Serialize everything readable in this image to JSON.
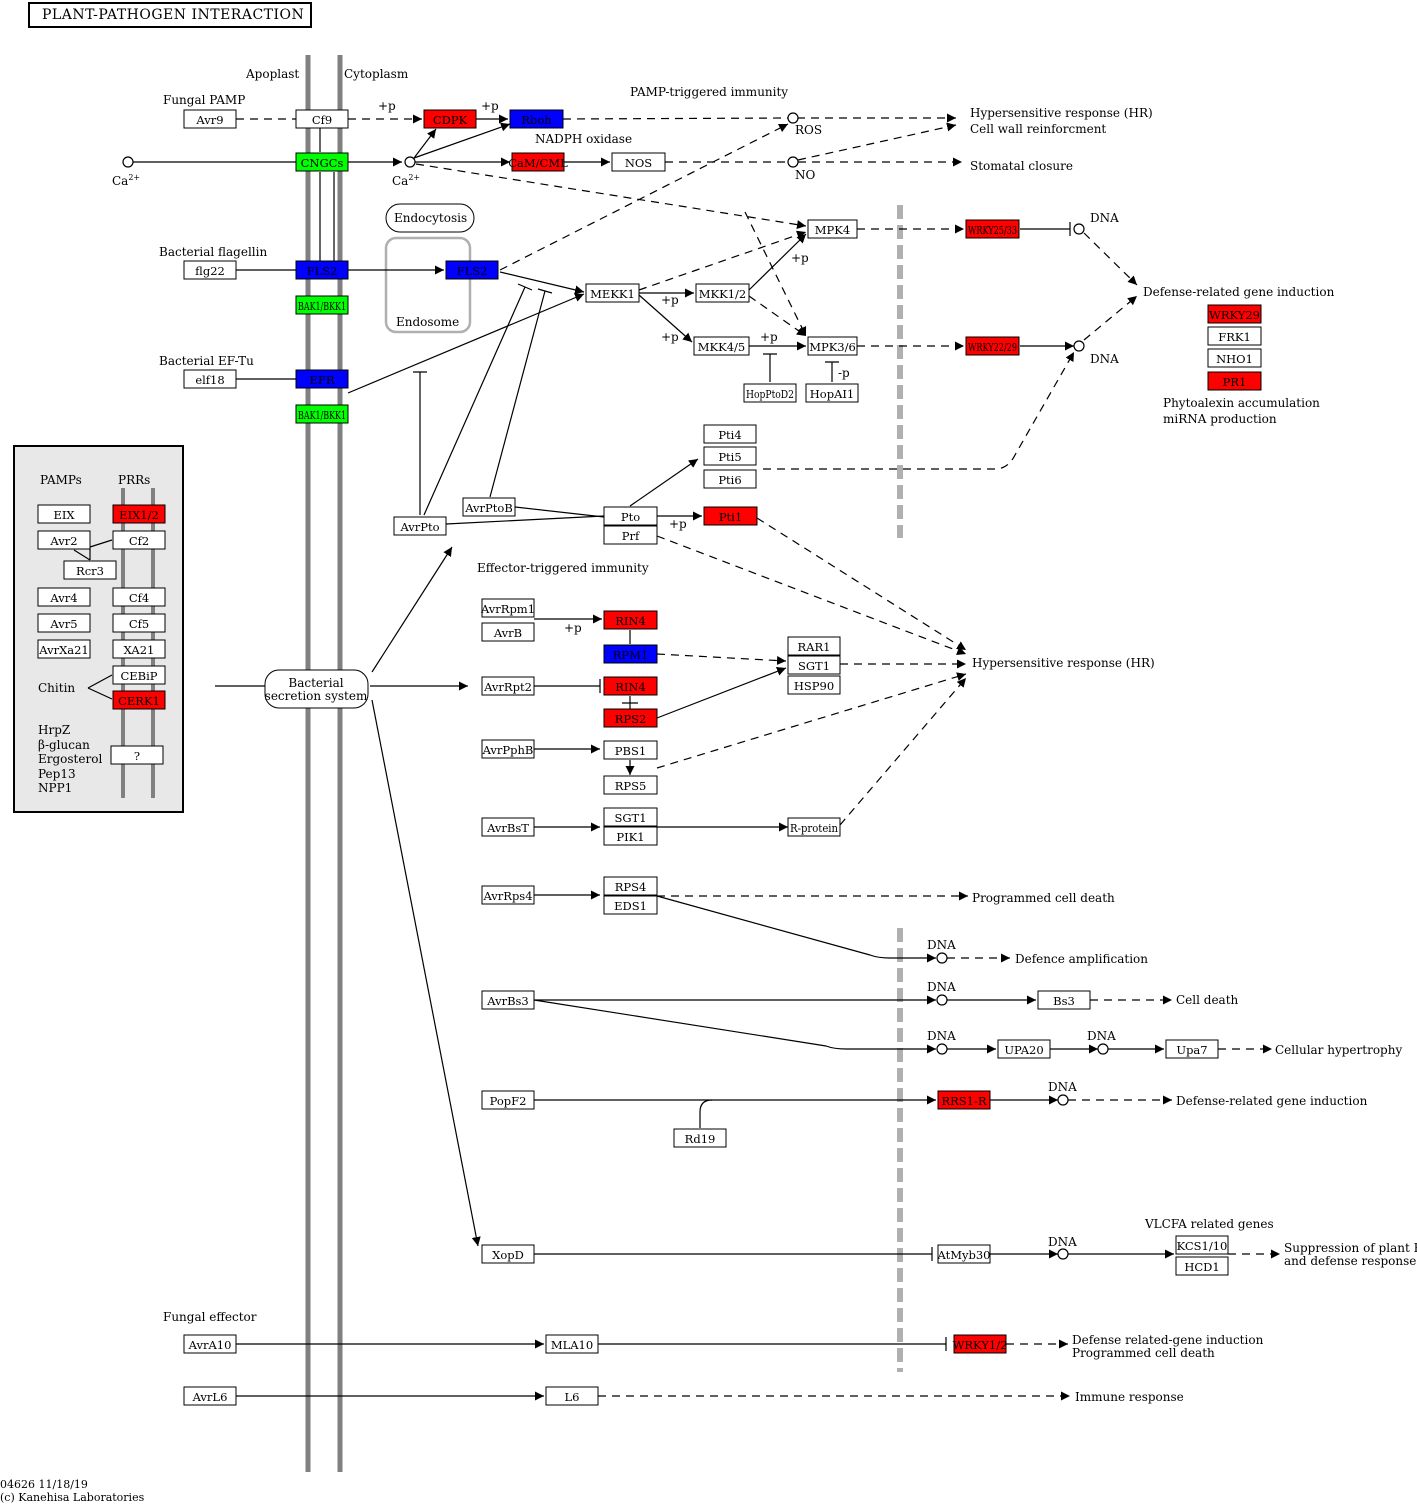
{
  "title": "PLANT-PATHOGEN INTERACTION",
  "footer": {
    "map_id": "04626 11/18/19",
    "copyright": "(c) Kanehisa Laboratories"
  },
  "colors": {
    "red": "#ff0000",
    "blue": "#0000ff",
    "green": "#00ff00",
    "white": "#ffffff",
    "membrane": "#808080",
    "panel": "#e8e8e8"
  },
  "labels": {
    "apoplast": "Apoplast",
    "cytoplasm": "Cytoplasm",
    "fungal_pamp": "Fungal PAMP",
    "pamp_triggered": "PAMP-triggered immunity",
    "nadph_oxidase": "NADPH oxidase",
    "ros": "ROS",
    "no": "NO",
    "hr_top": "Hypersensitive response (HR)",
    "cell_wall": "Cell wall reinforcment",
    "stomatal": "Stomatal closure",
    "ca_left": "Ca",
    "ca_left_sup": "2+",
    "ca_right": "Ca",
    "ca_right_sup": "2+",
    "endocytosis": "Endocytosis",
    "endosome": "Endosome",
    "bacterial_flagellin": "Bacterial flagellin",
    "bacterial_eftu": "Bacterial EF-Tu",
    "dna_1": "DNA",
    "dna_2": "DNA",
    "defense_gene_top": "Defense-related gene induction",
    "phytoalexin": "Phytoalexin accumulation",
    "mirna": "miRNA production",
    "plus_p_1": "+p",
    "plus_p_2": "+p",
    "plus_p_3": "+p",
    "plus_p_4": "+p",
    "plus_p_5": "+p",
    "plus_p_6": "+p",
    "plus_p_7": "+p",
    "plus_p_8": "+p",
    "minus_p": "-p",
    "pamps": "PAMPs",
    "prrs": "PRRs",
    "chitin": "Chitin",
    "hrpz": "HrpZ",
    "beta_glucan": "β-glucan",
    "ergosterol": "Ergosterol",
    "pep13": "Pep13",
    "npp1": "NPP1",
    "bacterial_secretion_1": "Bacterial",
    "bacterial_secretion_2": "secretion system",
    "effector_triggered": "Effector-triggered immunity",
    "hr_mid": "Hypersensitive response (HR)",
    "programmed_cell_death": "Programmed cell death",
    "dna_3": "DNA",
    "defence_amp": "Defence amplification",
    "dna_4": "DNA",
    "cell_death": "Cell death",
    "dna_5": "DNA",
    "dna_6": "DNA",
    "cellular_hypertrophy": "Cellular hypertrophy",
    "dna_7": "DNA",
    "defense_gene_mid": "Defense-related gene induction",
    "vlcfa": "VLCFA related genes",
    "dna_8": "DNA",
    "suppression_1": "Suppression of plant HR",
    "suppression_2": "and defense responses",
    "fungal_effector": "Fungal effector",
    "defense_gene_bottom_1": "Defense related-gene induction",
    "defense_gene_bottom_2": "Programmed cell death",
    "immune_response": "Immune response"
  },
  "nodes": {
    "avr9": "Avr9",
    "cf9": "Cf9",
    "cdpk": "CDPK",
    "rboh": "Rboh",
    "cngcs": "CNGCs",
    "camcml": "CaM/CML",
    "nos": "NOS",
    "flg22": "flg22",
    "fls2_pm": "FLS2",
    "bak1_1": "BAK1/BKK1",
    "fls2_endo": "FLS2",
    "elf18": "elf18",
    "efr": "EFR",
    "bak1_2": "BAK1/BKK1",
    "mekk1": "MEKK1",
    "mkk12": "MKK1/2",
    "mkk45": "MKK4/5",
    "mpk4": "MPK4",
    "mpk36": "MPK3/6",
    "hoppto2": "HopPtoD2",
    "hopai1": "HopAI1",
    "wrky2533": "WRKY25/33",
    "wrky2229": "WRKY22/29",
    "wrky29": "WRKY29",
    "frk1": "FRK1",
    "nho1": "NHO1",
    "pr1": "PR1",
    "eix": "EIX",
    "eix12": "EIX1/2",
    "avr2": "Avr2",
    "cf2": "Cf2",
    "rcr3": "Rcr3",
    "avr4": "Avr4",
    "cf4": "Cf4",
    "avr5": "Avr5",
    "cf5": "Cf5",
    "avrxa21": "AvrXa21",
    "xa21": "XA21",
    "cebip": "CEBiP",
    "cerk1": "CERK1",
    "unknown": "?",
    "pti4": "Pti4",
    "pti5": "Pti5",
    "pti6": "Pti6",
    "avrptob": "AvrPtoB",
    "avrpto": "AvrPto",
    "pto": "Pto",
    "prf": "Prf",
    "pti1": "Pti1",
    "avrrpm1": "AvrRpm1",
    "avrb": "AvrB",
    "rin4_a": "RIN4",
    "rpm1": "RPM1",
    "rar1": "RAR1",
    "sgt1_a": "SGT1",
    "hsp90": "HSP90",
    "avrrpt2": "AvrRpt2",
    "rin4_b": "RIN4",
    "rps2": "RPS2",
    "avrpphb": "AvrPphB",
    "pbs1": "PBS1",
    "rps5": "RPS5",
    "avrbst": "AvrBsT",
    "sgt1_b": "SGT1",
    "pik1": "PIK1",
    "rprotein": "R-protein",
    "avrrps4": "AvrRps4",
    "rps4": "RPS4",
    "eds1": "EDS1",
    "avrbs3": "AvrBs3",
    "bs3": "Bs3",
    "upa20": "UPA20",
    "upa7": "Upa7",
    "popf2": "PopF2",
    "rrs1r": "RRS1-R",
    "rd19": "Rd19",
    "xopd": "XopD",
    "atmyb30": "AtMyb30",
    "kcs110": "KCS1/10",
    "hcd1": "HCD1",
    "avra10": "AvrA10",
    "mla10": "MLA10",
    "wrky12": "WRKY1/2",
    "avrl6": "AvrL6",
    "l6": "L6"
  }
}
